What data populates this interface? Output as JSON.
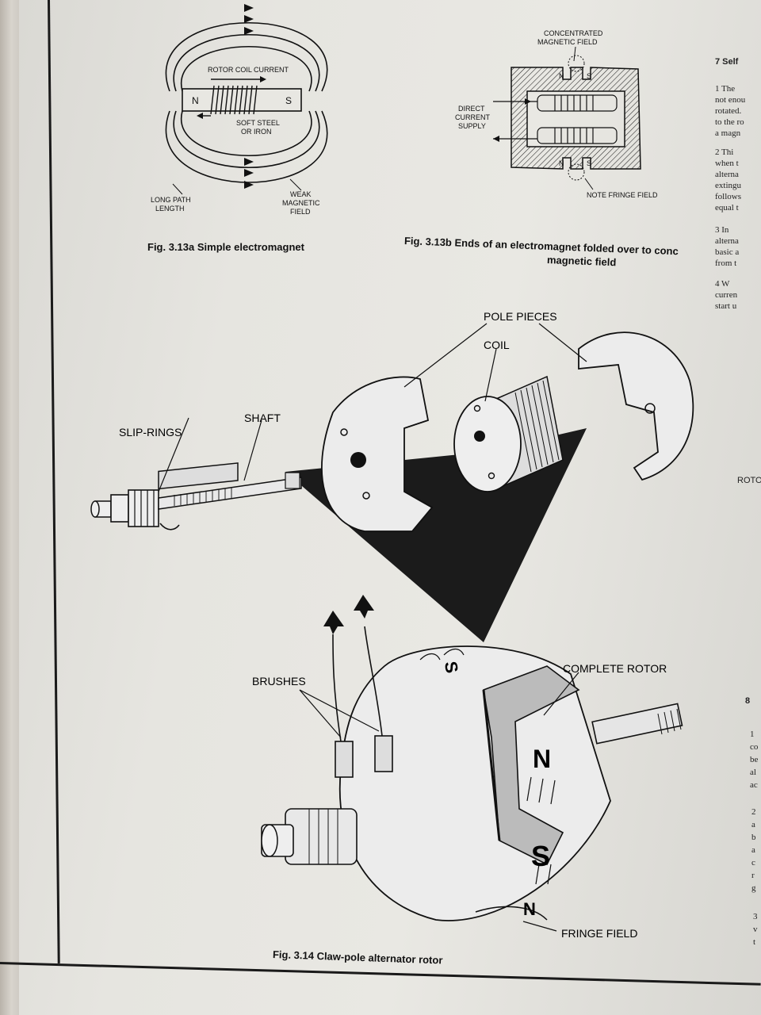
{
  "fig13a": {
    "caption": "Fig. 3.13a  Simple electromagnet",
    "labels": {
      "rotor_coil_current": "ROTOR COIL CURRENT",
      "n": "N",
      "s": "S",
      "soft_steel_1": "SOFT STEEL",
      "soft_steel_2": "OR IRON",
      "long_path_1": "LONG PATH",
      "long_path_2": "LENGTH",
      "weak_1": "WEAK",
      "weak_2": "MAGNETIC",
      "weak_3": "FIELD"
    }
  },
  "fig13b": {
    "caption_line1": "Fig. 3.13b  Ends of an electromagnet folded over to conc",
    "caption_line2": "magnetic field",
    "labels": {
      "conc_1": "CONCENTRATED",
      "conc_2": "MAGNETIC FIELD",
      "dc_1": "DIRECT",
      "dc_2": "CURRENT",
      "dc_3": "SUPPLY",
      "n_top": "N",
      "s_top": "S",
      "n_bottom": "N",
      "s_bottom": "S",
      "fringe": "NOTE FRINGE FIELD"
    }
  },
  "fig14": {
    "caption": "Fig. 3.14  Claw-pole alternator rotor",
    "labels": {
      "pole_pieces": "POLE PIECES",
      "coil": "COIL",
      "shaft": "SHAFT",
      "slip_rings": "SLIP-RINGS",
      "brushes": "BRUSHES",
      "complete_rotor": "COMPLETE ROTOR",
      "fringe_field": "FRINGE FIELD",
      "n": "N",
      "s_face": "S",
      "s_top": "S",
      "n_bottom": "N"
    }
  },
  "right_column": {
    "heading_7": "7  Self",
    "p1": [
      "1   The",
      "not enou",
      "rotated.",
      "to the ro",
      "a magn"
    ],
    "p2": [
      "2   Thi",
      "when t",
      "alterna",
      "extingu",
      "follows",
      "equal t"
    ],
    "p3": [
      "3   In",
      "alterna",
      "basic a",
      "from t"
    ],
    "p4": [
      "4   W",
      "curren",
      "start u"
    ],
    "roto": "ROTO",
    "heading_8": "8",
    "p8_1": [
      "1",
      "co",
      "be",
      "al",
      "ac"
    ],
    "p8_2": [
      "2",
      "a",
      "b",
      "a",
      "c",
      "r",
      "g"
    ],
    "p8_3": [
      "3",
      "v",
      "t"
    ]
  },
  "colors": {
    "ink": "#111111",
    "paper": "#e6e5e0",
    "shadow": "#1b1b1b"
  }
}
